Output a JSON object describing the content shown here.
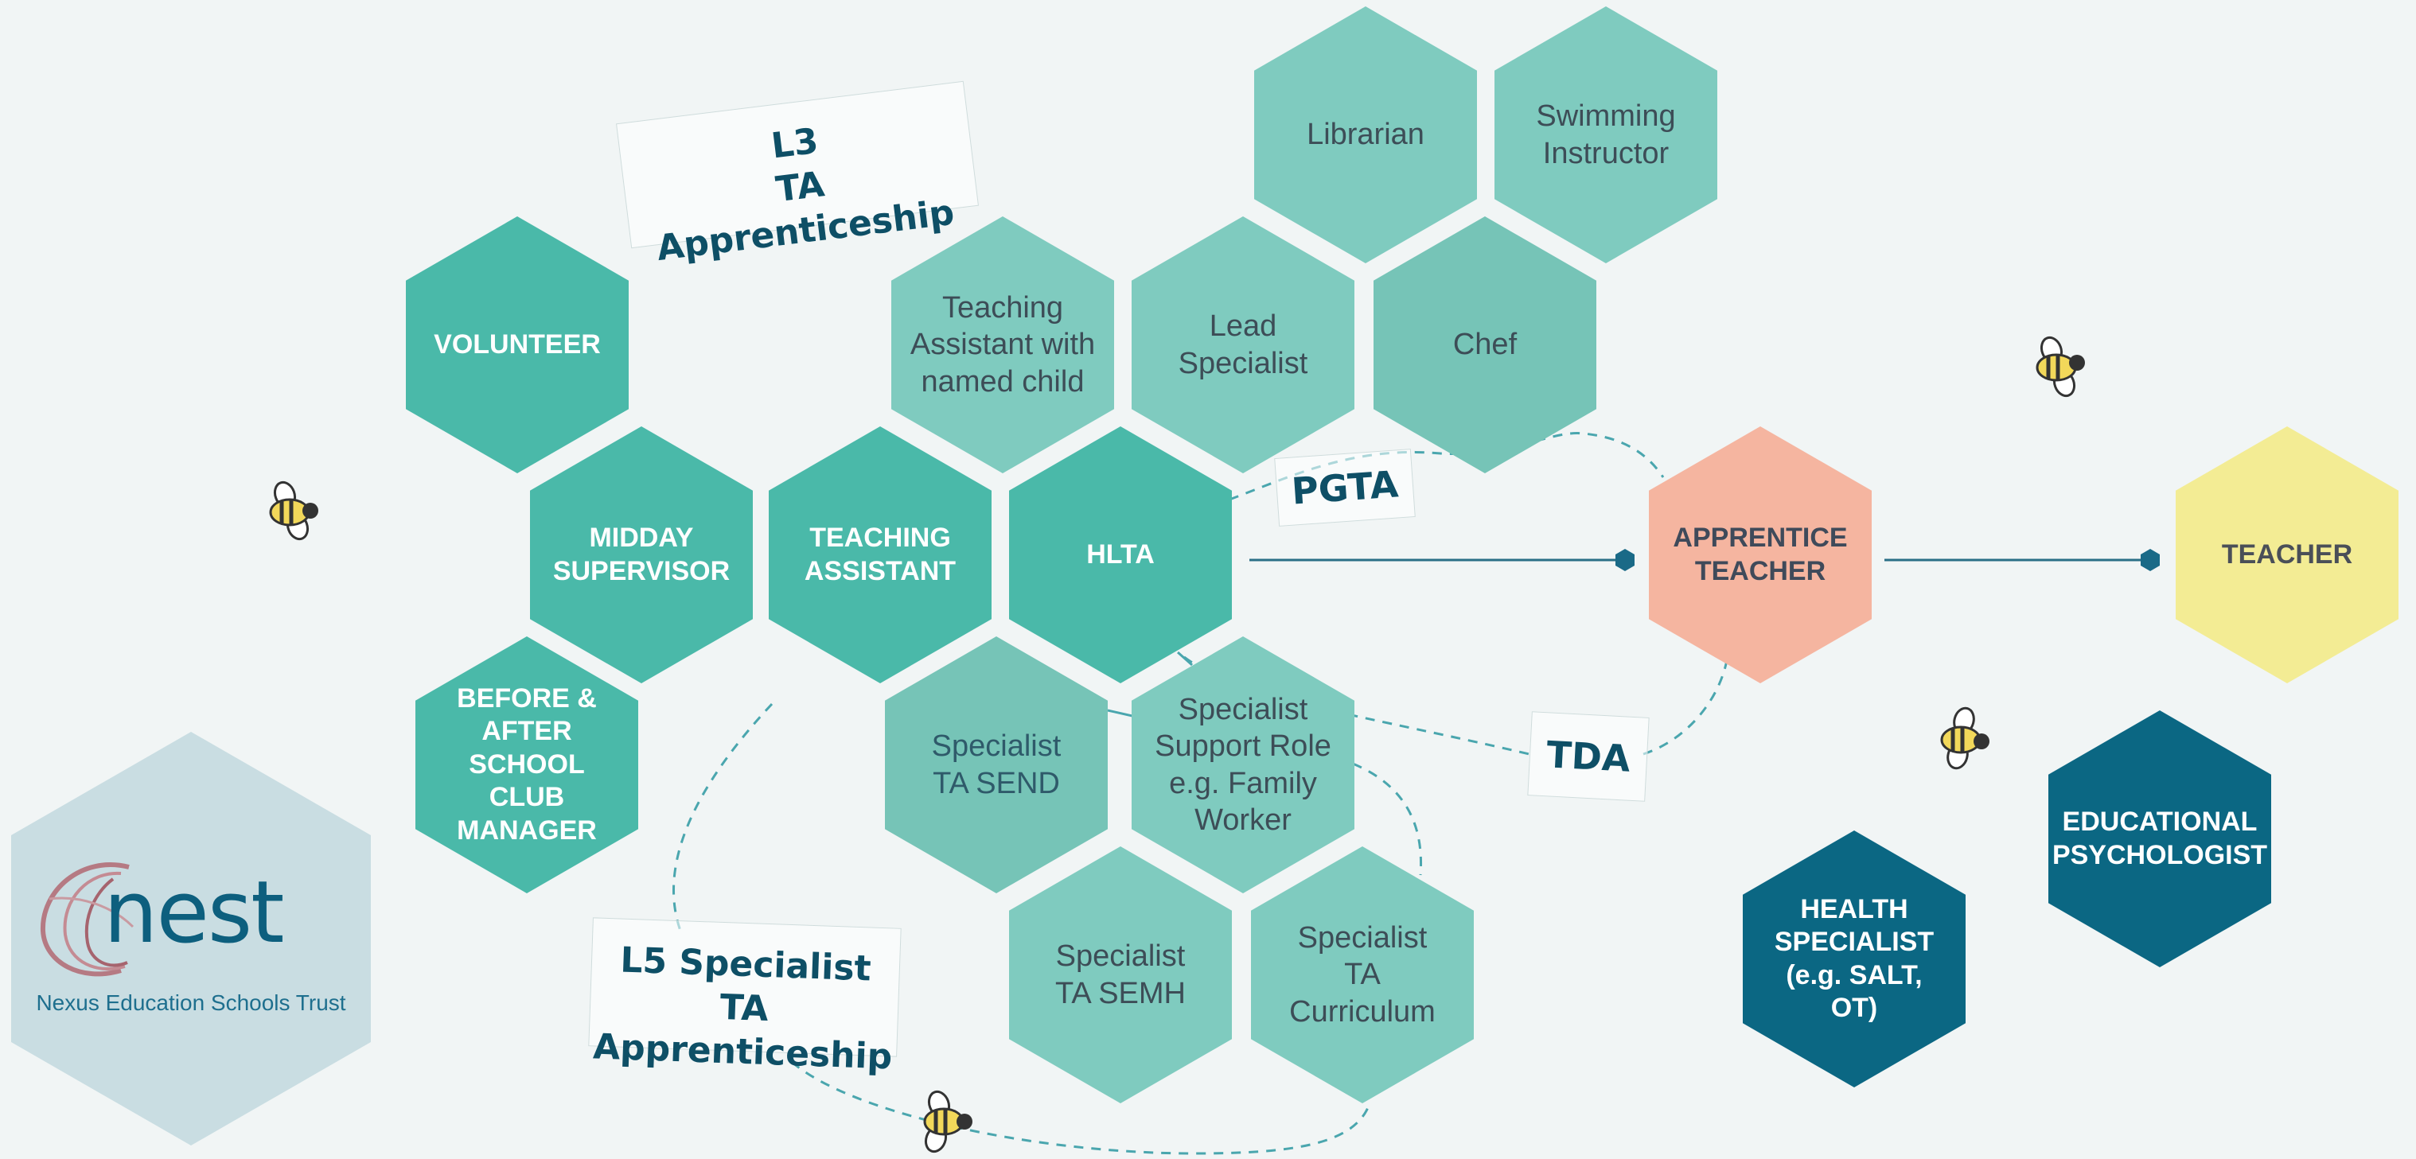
{
  "colors": {
    "background": "#f1f5f5",
    "teal": "#4ab9a9",
    "mint": "#7fcbbf",
    "peach": "#f5b5a0",
    "yellow": "#f3ec94",
    "navy": "#0b6783",
    "connector": "#2a6f86",
    "dashed": "#4aa6ae"
  },
  "roles": {
    "volunteer": "VOLUNTEER",
    "midday_supervisor": "MIDDAY\nSUPERVISOR",
    "teaching_assistant": "TEACHING\nASSISTANT",
    "hlta": "HLTA",
    "before_after_school": "BEFORE &\nAFTER\nSCHOOL CLUB\nMANAGER",
    "ta_named_child": "Teaching\nAssistant with\nnamed child",
    "lead_specialist": "Lead Specialist",
    "chef": "Chef",
    "librarian": "Librarian",
    "swimming_instructor": "Swimming\nInstructor",
    "specialist_ta_send": "Specialist\nTA SEND",
    "specialist_support_role": "Specialist\nSupport Role\ne.g. Family\nWorker",
    "specialist_ta_semh": "Specialist\nTA SEMH",
    "specialist_ta_curriculum": "Specialist\nTA Curriculum",
    "apprentice_teacher": "APPRENTICE\nTEACHER",
    "teacher": "TEACHER",
    "educational_psychologist": "EDUCATIONAL\nPSYCHOLOGIST",
    "health_specialist": "HEALTH\nSPECIALIST\n(e.g. SALT, OT)"
  },
  "pathways": {
    "l3": "L3\nTA Apprenticeship",
    "pgta": "PGTA",
    "tda": "TDA",
    "l5": "L5 Specialist TA\nApprenticeship"
  },
  "logo": {
    "wordmark": "nest",
    "organisation": "Nexus Education Schools Trust",
    "icon": "globe-swirl-icon"
  },
  "decorations": {
    "bee_icon": "bee-icon"
  }
}
